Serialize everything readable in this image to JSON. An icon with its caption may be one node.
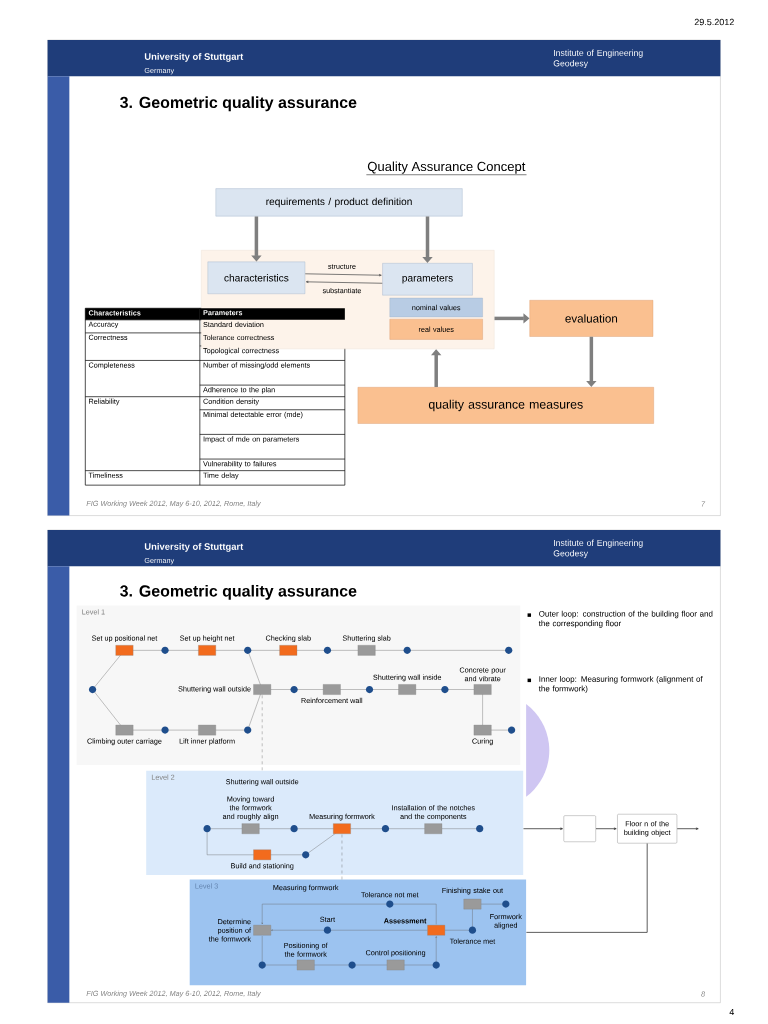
{
  "diagram": {
    "nodes": [
      {
        "text": [
          "requirements / product definition"
        ]
      },
      {
        "text": [],
        "shape": "box"
      },
      {
        "text": [
          "characteristics"
        ],
        "in": 1
      },
      {
        "text": [
          "parameters"
        ],
        "in": 1
      },
      {
        "text": [
          "nominal values"
        ],
        "in": 1
      },
      {
        "text": [
          "real values"
        ],
        "in": 1
      },
      {
        "text": [
          "evaluation"
        ]
      },
      {
        "text": [
          "quality assurance measures"
        ]
      },
      {
        "text": [
          "Level 1"
        ]
      },
      {
        "text": [
          "Level 2"
        ]
      },
      {
        "text": [
          "Level 3"
        ]
      },
      {
        "text": [],
        "shape": "box"
      },
      {
        "text": [
          "Floor n of the building object"
        ]
      }
    ],
    "edges": [
      {
        "from": 0,
        "to": 2,
        "arrow": "to",
        "style": "thick",
        "color": "#7f7f7f"
      },
      {
        "from": 0,
        "to": 3,
        "arrow": "to",
        "style": "thick",
        "color": "#7f7f7f"
      },
      {
        "from": 2,
        "to": 3,
        "arrow": "to",
        "label": "structure",
        "color": "#595959"
      },
      {
        "from": 3,
        "to": 2,
        "arrow": "to",
        "label": "substantiate",
        "color": "#595959"
      },
      {
        "from": 1,
        "to": 6,
        "arrow": "to",
        "style": "thick",
        "color": "#7f7f7f"
      },
      {
        "from": 6,
        "to": 7,
        "arrow": "to",
        "style": "thick",
        "color": "#7f7f7f"
      },
      {
        "from": 7,
        "to": 1,
        "arrow": "to",
        "style": "thick",
        "color": "#7f7f7f"
      },
      {
        "from": 9,
        "to": 11,
        "arrow": "to",
        "color": "#333333"
      },
      {
        "from": 11,
        "to": 12,
        "arrow": "to",
        "color": "#333333"
      },
      {
        "from": 12,
        "to": null,
        "arrow": "to",
        "color": "#333333"
      },
      {
        "from": 12,
        "to": 10,
        "arrow": "none",
        "color": "#333333"
      }
    ],
    "labels": [
      "29.5.2012",
      "4",
      "University of Stuttgart",
      "Germany",
      "Institute of Engineering Geodesy",
      "3. Geometric quality assurance",
      "Quality Assurance Concept",
      "Characteristics",
      "Parameters",
      "Accuracy",
      "Standard deviation",
      "Correctness",
      "Tolerance correctness",
      "Topological correctness",
      "Completeness",
      "Number of missing/odd elements",
      "Adherence to the plan",
      "Reliability",
      "Condition density",
      "Minimal detectable error (mde)",
      "Impact of mde on parameters",
      "Vulnerability to failures",
      "Timeliness",
      "Time delay",
      "FIG Working Week 2012, May 6-10, 2012, Rome, Italy",
      "7",
      "University of Stuttgart",
      "Germany",
      "Institute of Engineering Geodesy",
      "3. Geometric quality assurance",
      "Outer loop: construction of the building floor and the corresponding floor",
      "Inner loop: Measuring formwork (alignment of the formwork)",
      "Set up positional net",
      "Set up height net",
      "Checking slab",
      "Shuttering slab",
      "Shuttering wall inside",
      "Concrete pour and vibrate",
      "Shuttering wall outside",
      "Reinforcement wall",
      "Climbing outer carriage",
      "Lift inner platform",
      "Curing",
      "Shuttering wall outside",
      "Moving toward the formwork and roughly align",
      "Measuring formwork",
      "Installation of the notches and the components",
      "Build and stationing",
      "Measuring formwork",
      "Tolerance not met",
      "Finishing stake out",
      "Determine position of the formwork",
      "Start",
      "Assessment",
      "Formwork aligned",
      "Positioning of the formwork",
      "Control positioning",
      "Tolerance met",
      "FIG Working Week 2012, May 6-10, 2012, Rome, Italy",
      "8"
    ]
  }
}
